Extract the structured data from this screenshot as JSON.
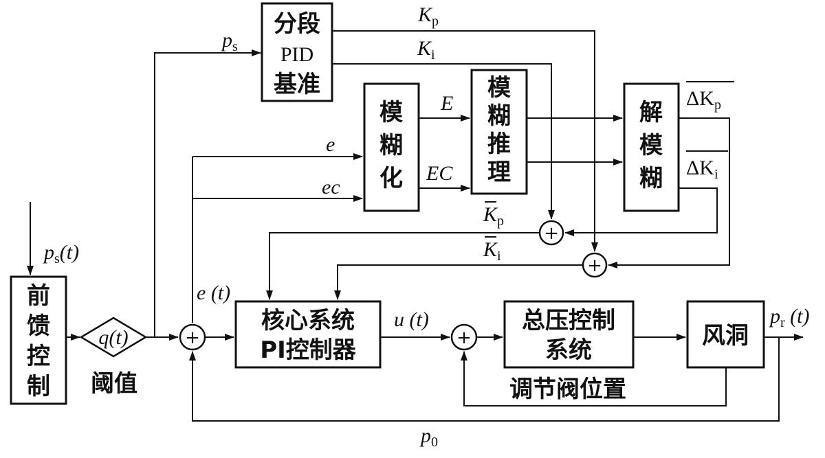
{
  "blocks": {
    "segmented_pid": [
      "分段",
      "PID",
      "基准"
    ],
    "fuzzify": [
      "模",
      "糊",
      "化"
    ],
    "fuzzy_inference": [
      "模",
      "糊",
      "推",
      "理"
    ],
    "defuzzify": [
      "解",
      "模",
      "糊"
    ],
    "core_pi": [
      "核心系统",
      "PI控制器"
    ],
    "pressure_control": [
      "总压控制",
      "系统"
    ],
    "wind_tunnel": "风洞",
    "feedforward": [
      "前",
      "馈",
      "控",
      "制"
    ],
    "threshold_symbol": "q(t)",
    "threshold_label": "阈值"
  },
  "signals": {
    "ps_t": "p",
    "ps_t_sub": "s",
    "ps_t_arg": "(t)",
    "ps": "p",
    "ps_sub": "s",
    "kp": "K",
    "kp_sub": "p",
    "ki": "K",
    "ki_sub": "i",
    "E": "E",
    "EC": "EC",
    "e": "e",
    "ec": "ec",
    "dkp": "ΔK",
    "dkp_sub": "p",
    "dki": "ΔK",
    "dki_sub": "i",
    "kp_bar": "K",
    "kp_bar_sub": "p",
    "ki_bar": "K",
    "ki_bar_sub": "i",
    "e_t": "e (t)",
    "u_t": "u (t)",
    "pr": "p",
    "pr_sub": "r",
    "pr_arg": " (t)",
    "p0": "p",
    "p0_sub": "0",
    "valve_position": "调节阀位置"
  },
  "sum_sign": "+"
}
